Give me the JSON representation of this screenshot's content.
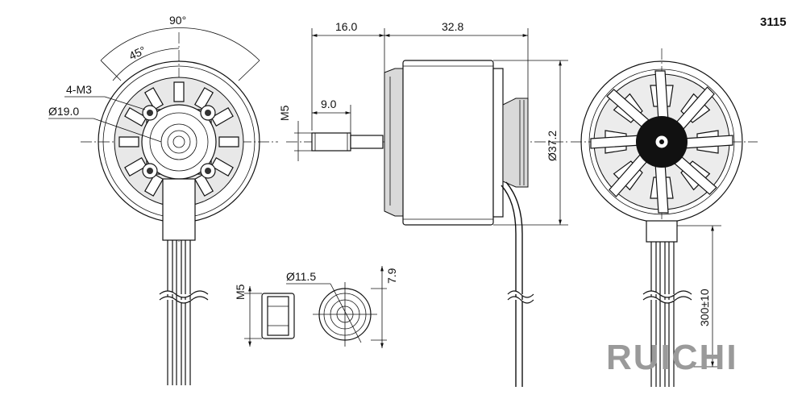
{
  "model_number": "3115",
  "brand": "RUICHI",
  "front_view": {
    "angle_outer": "90°",
    "angle_inner": "45°",
    "holes": "4-M3",
    "hole_circle": "Ø19.0"
  },
  "side_view": {
    "shaft_length": "16.0",
    "body_length": "32.8",
    "shaft_thread": "M5",
    "shaft_thread_length": "9.0",
    "body_diameter": "Ø37.2"
  },
  "prop_nut": {
    "thread": "M5",
    "diameter": "Ø11.5",
    "height": "7.9"
  },
  "rear_view": {
    "lead_length": "300±10"
  }
}
